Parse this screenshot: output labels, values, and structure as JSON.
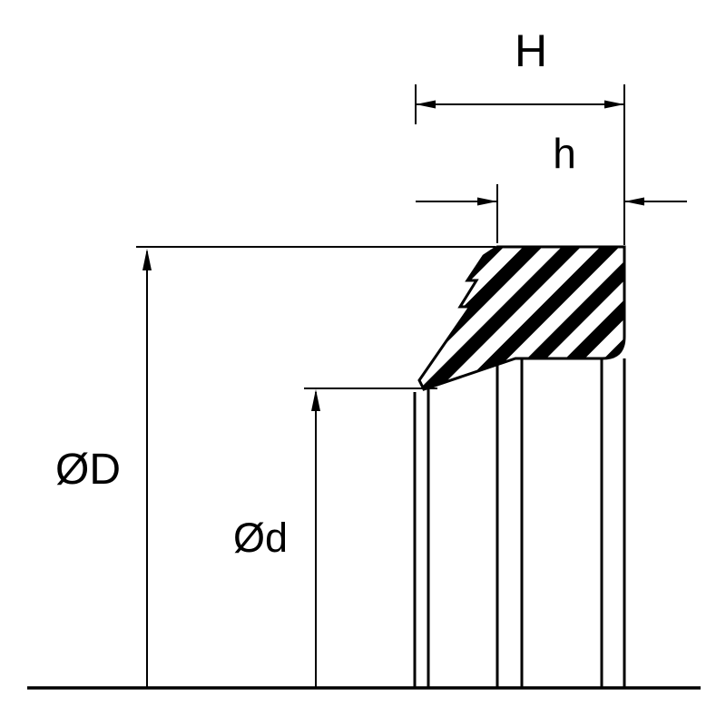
{
  "diagram": {
    "labels": {
      "dim_H": "H",
      "dim_h": "h",
      "dim_OD": "ØD",
      "dim_Od": "Ød"
    },
    "colors": {
      "background": "#ffffff",
      "line": "#000000",
      "hatch": "#000000"
    }
  }
}
